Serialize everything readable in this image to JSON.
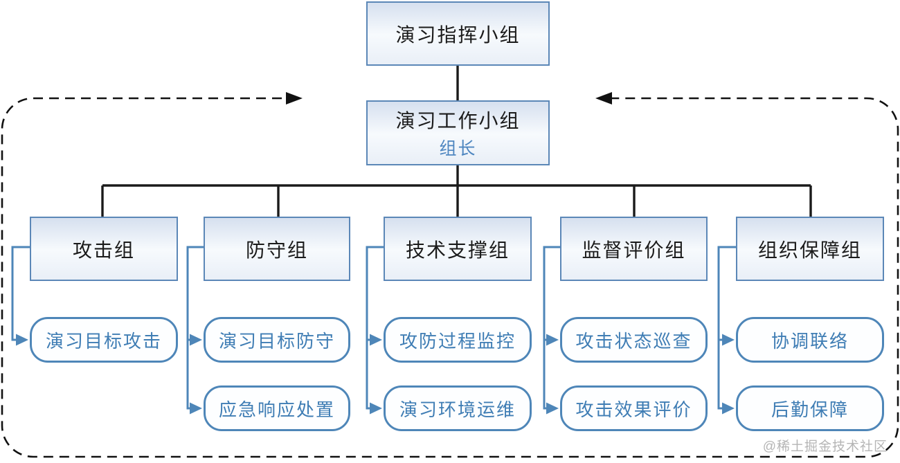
{
  "diagram": {
    "type": "org-chart",
    "command_group": "演习指挥小组",
    "working_group": {
      "title": "演习工作小组",
      "subtitle": "组长"
    },
    "groups": [
      {
        "label": "攻击组",
        "subs": [
          "演习目标攻击"
        ]
      },
      {
        "label": "防守组",
        "subs": [
          "演习目标防守",
          "应急响应处置"
        ]
      },
      {
        "label": "技术支撑组",
        "subs": [
          "攻防过程监控",
          "演习环境运维"
        ]
      },
      {
        "label": "监督评价组",
        "subs": [
          "攻击状态巡查",
          "攻击效果评价"
        ]
      },
      {
        "label": "组织保障组",
        "subs": [
          "协调联络",
          "后勤保障"
        ]
      }
    ],
    "watermark": "@稀土掘金技术社区",
    "colors": {
      "box_border_blue": "#5b87b7",
      "connector_blue": "#4e86b8",
      "sub_text_blue": "#3f7db4",
      "leader_text_blue": "#4e86c0",
      "tree_line_black": "#1a1a1a",
      "dashed_border_black": "#111111",
      "watermark_gray": "#b5b5b5"
    }
  }
}
